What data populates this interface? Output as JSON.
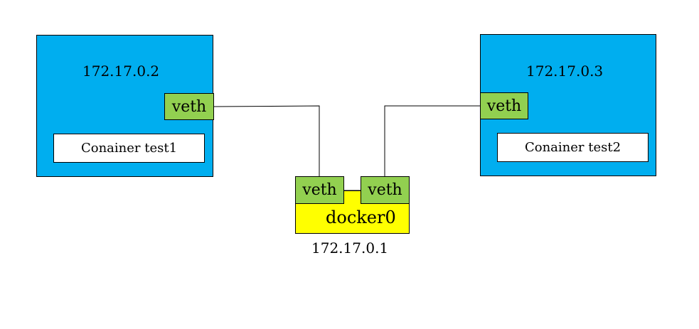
{
  "containers": [
    {
      "ip": "172.17.0.2",
      "veth": "veth",
      "name": "Conainer test1"
    },
    {
      "ip": "172.17.0.3",
      "veth": "veth",
      "name": "Conainer test2"
    }
  ],
  "bridge": {
    "name": "docker0",
    "ip": "172.17.0.1",
    "veths": [
      "veth",
      "veth"
    ]
  },
  "colors": {
    "container_fill": "#00AEEF",
    "veth_fill": "#92D050",
    "bridge_fill": "#FFFF00"
  }
}
